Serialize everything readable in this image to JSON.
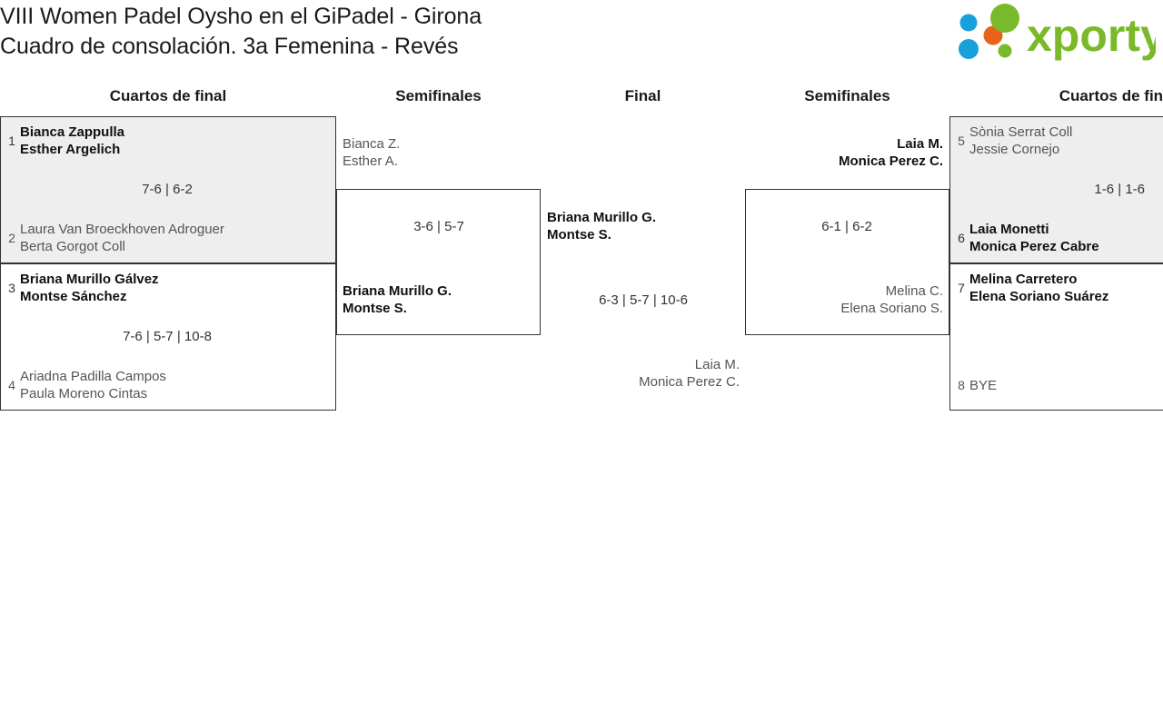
{
  "header": {
    "title": "VIII Women Padel Oysho en el GiPadel - Girona\nCuadro de consolación. 3a Femenina - Revés",
    "logo_text": "xporty",
    "logo_colors": {
      "green": "#7ab929",
      "orange": "#e8621a",
      "blue": "#17a0dc"
    }
  },
  "rounds": [
    {
      "id": "qf-left",
      "label": "Cuartos de final"
    },
    {
      "id": "sf-left",
      "label": "Semifinales"
    },
    {
      "id": "final",
      "label": "Final"
    },
    {
      "id": "sf-right",
      "label": "Semifinales"
    },
    {
      "id": "qf-right",
      "label": "Cuartos de final"
    }
  ],
  "matches": {
    "qf_left_1": {
      "score": "7-6 | 6-2",
      "top": {
        "seed": "1",
        "line1": "Bianca Zappulla",
        "line2": "Esther Argelich",
        "winner": true
      },
      "bottom": {
        "seed": "2",
        "line1": "Laura Van Broeckhoven Adroguer",
        "line2": "Berta Gorgot Coll",
        "winner": false
      }
    },
    "qf_left_2": {
      "score": "7-6 | 5-7 | 10-8",
      "top": {
        "seed": "3",
        "line1": "Briana Murillo Gálvez",
        "line2": "Montse Sánchez",
        "winner": true
      },
      "bottom": {
        "seed": "4",
        "line1": "Ariadna Padilla Campos",
        "line2": "Paula Moreno Cintas",
        "winner": false
      }
    },
    "sf_left": {
      "score": "3-6 | 5-7",
      "top": {
        "seed": "",
        "line1": "Bianca Z.",
        "line2": "Esther A.",
        "winner": false
      },
      "bottom": {
        "seed": "",
        "line1": "Briana Murillo G.",
        "line2": "Montse S.",
        "winner": true
      }
    },
    "final": {
      "score": "6-3 | 5-7 | 10-6",
      "top": {
        "seed": "",
        "line1": "Briana Murillo G.",
        "line2": "Montse S.",
        "winner": true
      },
      "bottom": {
        "seed": "",
        "line1": "Laia M.",
        "line2": "Monica Perez C.",
        "winner": false
      }
    },
    "sf_right": {
      "score": "6-1 | 6-2",
      "top": {
        "seed": "",
        "line1": "Laia M.",
        "line2": "Monica Perez C.",
        "winner": true
      },
      "bottom": {
        "seed": "",
        "line1": "Melina C.",
        "line2": "Elena Soriano S.",
        "winner": false
      }
    },
    "qf_right_1": {
      "score": "1-6 | 1-6",
      "top": {
        "seed": "5",
        "line1": "Sònia Serrat Coll",
        "line2": "Jessie Cornejo",
        "winner": false
      },
      "bottom": {
        "seed": "6",
        "line1": "Laia Monetti",
        "line2": "Monica Perez Cabre",
        "winner": true
      }
    },
    "qf_right_2": {
      "score": "",
      "top": {
        "seed": "7",
        "line1": "Melina Carretero",
        "line2": "Elena Soriano Suárez",
        "winner": true
      },
      "bottom": {
        "seed": "8",
        "line1": "BYE",
        "line2": "",
        "winner": false
      }
    }
  }
}
